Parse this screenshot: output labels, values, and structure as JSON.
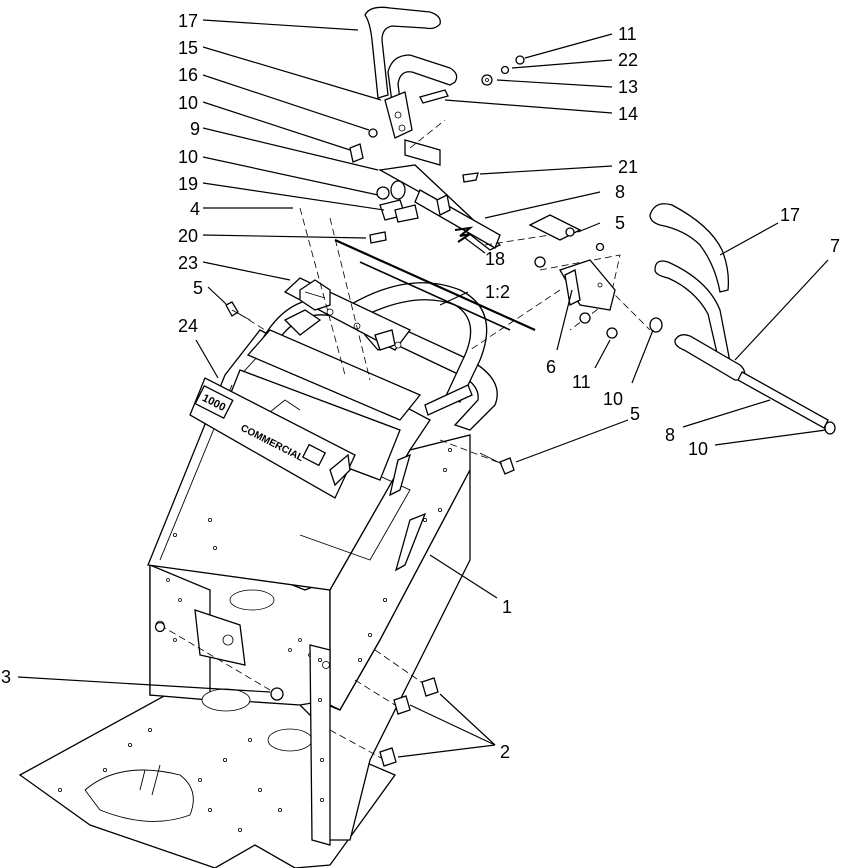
{
  "callouts": [
    {
      "id": "c17a",
      "label": "17"
    },
    {
      "id": "c15",
      "label": "15"
    },
    {
      "id": "c16",
      "label": "16"
    },
    {
      "id": "c10a",
      "label": "10"
    },
    {
      "id": "c9",
      "label": "9"
    },
    {
      "id": "c10b",
      "label": "10"
    },
    {
      "id": "c19",
      "label": "19"
    },
    {
      "id": "c4",
      "label": "4"
    },
    {
      "id": "c20",
      "label": "20"
    },
    {
      "id": "c23",
      "label": "23"
    },
    {
      "id": "c5a",
      "label": "5"
    },
    {
      "id": "c24",
      "label": "24"
    },
    {
      "id": "c3",
      "label": "3"
    },
    {
      "id": "c11a",
      "label": "11"
    },
    {
      "id": "c22",
      "label": "22"
    },
    {
      "id": "c13",
      "label": "13"
    },
    {
      "id": "c14",
      "label": "14"
    },
    {
      "id": "c21",
      "label": "21"
    },
    {
      "id": "c8a",
      "label": "8"
    },
    {
      "id": "c5b",
      "label": "5"
    },
    {
      "id": "c18",
      "label": "18"
    },
    {
      "id": "c1_2",
      "label": "1:2"
    },
    {
      "id": "c17b",
      "label": "17"
    },
    {
      "id": "c7",
      "label": "7"
    },
    {
      "id": "c6",
      "label": "6"
    },
    {
      "id": "c11b",
      "label": "11"
    },
    {
      "id": "c10c",
      "label": "10"
    },
    {
      "id": "c5c",
      "label": "5"
    },
    {
      "id": "c8b",
      "label": "8"
    },
    {
      "id": "c10d",
      "label": "10"
    },
    {
      "id": "c1",
      "label": "1"
    },
    {
      "id": "c2",
      "label": "2"
    }
  ],
  "decal": {
    "model": "1000",
    "brand_line": "COMMERCIAL"
  }
}
